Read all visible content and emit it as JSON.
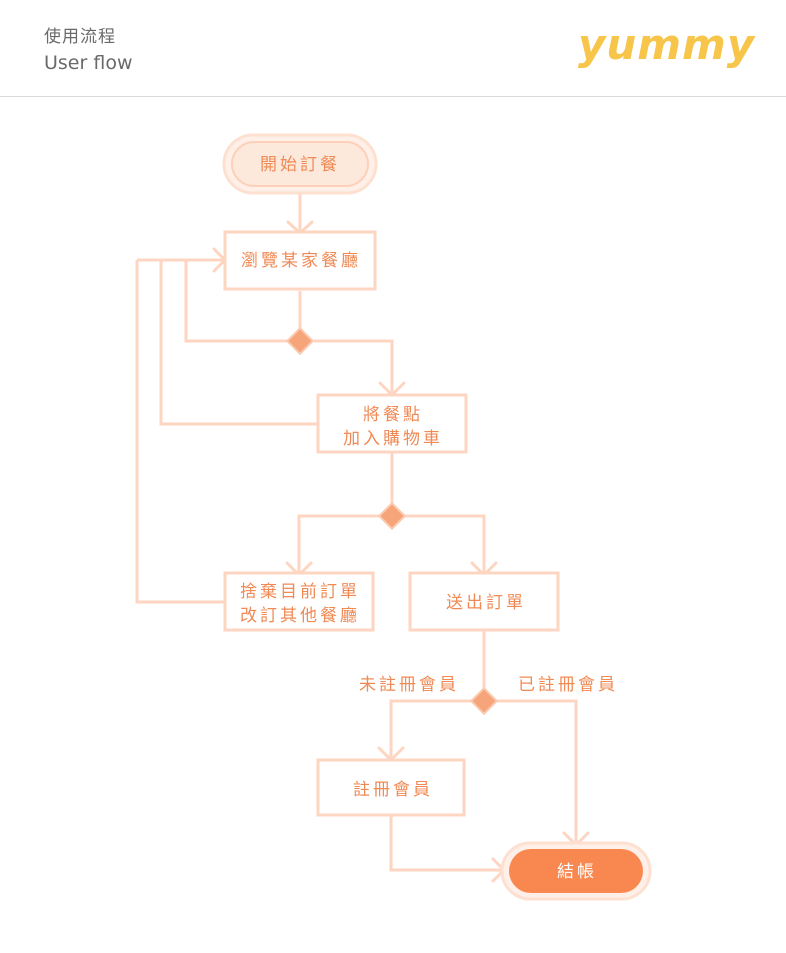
{
  "header": {
    "title_zh": "使用流程",
    "title_en": "User flow",
    "logo": "yummy"
  },
  "flow": {
    "start": "開始訂餐",
    "browse": "瀏覽某家餐廳",
    "add_cart_line1": "將餐點",
    "add_cart_line2": "加入購物車",
    "discard_line1": "捨棄目前訂單",
    "discard_line2": "改訂其他餐廳",
    "submit": "送出訂單",
    "not_member": "未註冊會員",
    "is_member": "已註冊會員",
    "register": "註冊會員",
    "checkout": "結帳"
  },
  "colors": {
    "line": "#fdd5c0",
    "diamond": "#f6a57a",
    "text": "#f08a55",
    "start_fill": "#fde8dc",
    "checkout_fill": "#f8884f",
    "logo": "#f6c54a"
  }
}
